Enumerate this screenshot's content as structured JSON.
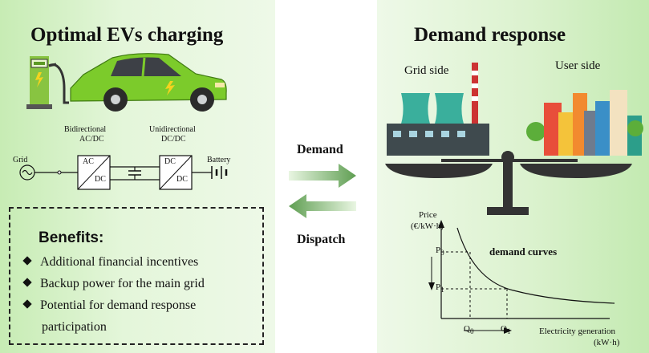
{
  "left_panel": {
    "title": "Optimal EVs charging",
    "circuit": {
      "grid_label": "Grid",
      "converter1_label_line1": "Bidirectional",
      "converter1_label_line2": "AC/DC",
      "converter1_in": "AC",
      "converter1_out": "DC",
      "converter2_label_line1": "Unidirectional",
      "converter2_label_line2": "DC/DC",
      "converter2_in": "DC",
      "converter2_out": "DC",
      "battery_label": "Battery"
    },
    "benefits": {
      "title": "Benefits:",
      "items": [
        "Additional financial incentives",
        "Backup power for the main grid",
        "Potential for demand response",
        "participation"
      ]
    }
  },
  "arrows": {
    "top_label": "Demand",
    "bottom_label": "Dispatch"
  },
  "right_panel": {
    "title": "Demand response",
    "grid_side_label": "Grid side",
    "user_side_label": "User side",
    "curve": {
      "y_label_line1": "Price",
      "y_label_line2": "(€/kW·h)",
      "p0": "P",
      "p0_sub": "0",
      "p1": "P",
      "p1_sub": "1",
      "q0": "Q",
      "q0_sub": "0",
      "q1": "Q",
      "q1_sub": "1",
      "curve_label": "demand curves",
      "x_label_line1": "Electricity generation",
      "x_label_line2": "(kW·h)"
    }
  },
  "colors": {
    "car_green": "#7ccb2b",
    "arrow_green": "#5f9e52",
    "factory_teal": "#3aaf9c"
  }
}
